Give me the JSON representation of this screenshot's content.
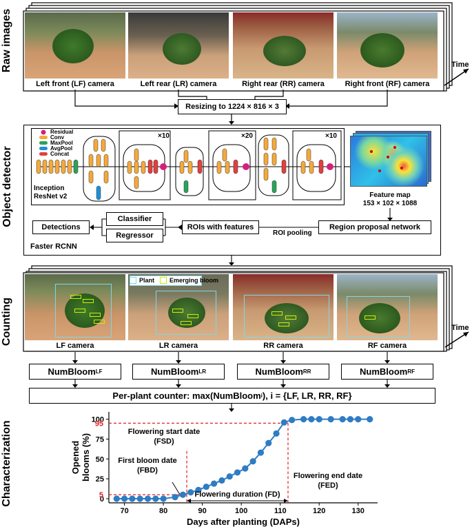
{
  "sections": {
    "raw_images": "Raw images",
    "object_detector": "Object detector",
    "counting": "Counting",
    "characterization": "Characterization"
  },
  "time_label": "Time",
  "raw": {
    "cameras": [
      "Left front (LF) camera",
      "Left rear (LR) camera",
      "Right rear (RR) camera",
      "Right front (RF) camera"
    ],
    "resize": "Resizing to 1224 × 816 × 3"
  },
  "detector": {
    "legend": [
      "Residual",
      "Conv",
      "MaxPool",
      "AvgPool",
      "Concat"
    ],
    "legend_colors": [
      "#d61f7c",
      "#f4a93b",
      "#2aa35a",
      "#1f8fd6",
      "#e1403c"
    ],
    "backbone": "Inception\nResNet v2",
    "repeats": [
      "×10",
      "×20",
      "×10"
    ],
    "feature_map": "Feature map",
    "feature_dims": "153 × 102 × 1088",
    "rpn": "Region proposal network",
    "roi_pool": "ROI pooling",
    "rois": "ROIs with features",
    "classifier": "Classifier",
    "regressor": "Regressor",
    "detections": "Detections",
    "framework": "Faster RCNN"
  },
  "counting": {
    "legend_plant": "Plant",
    "legend_bloom": "Emerging bloom",
    "plant_color": "#7fd7e8",
    "bloom_color": "#c8f000",
    "cameras": [
      "LF camera",
      "LR camera",
      "RR camera",
      "RF camera"
    ],
    "numbloom": "NumBloom",
    "subs": [
      "LF",
      "LR",
      "RR",
      "RF"
    ],
    "counter": "Per-plant counter: max(NumBloom",
    "counter_sub": "i",
    "counter_tail": "), i = {LF, LR, RR, RF}"
  },
  "chart_data": {
    "type": "line",
    "xlabel": "Days after planting (DAPs)",
    "ylabel": "Opened blooms (%)",
    "xticks": [
      70,
      80,
      90,
      100,
      110,
      120,
      130
    ],
    "yticks": [
      0,
      25,
      50,
      75,
      100
    ],
    "red_ticks": [
      5,
      95
    ],
    "xlim": [
      66,
      135
    ],
    "ylim": [
      0,
      104
    ],
    "series_color": "#2e7cc4",
    "x": [
      68,
      70,
      72,
      74,
      76,
      78,
      80,
      83,
      85,
      87,
      89,
      91,
      93,
      95,
      97,
      99,
      101,
      103,
      105,
      107,
      109,
      111,
      113,
      116,
      118,
      120,
      123,
      126,
      128,
      130,
      133
    ],
    "y": [
      0,
      0,
      0,
      0,
      0,
      0,
      0,
      2,
      5,
      8,
      11,
      15,
      19,
      23,
      28,
      33,
      38,
      47,
      58,
      70,
      82,
      96,
      99,
      100,
      100,
      100,
      100,
      100,
      100,
      100,
      100
    ],
    "annotations": {
      "fsd": [
        "Flowering start date",
        "(FSD)"
      ],
      "fbd": [
        "First bloom date",
        "(FBD)"
      ],
      "fd": "Flowering duration (FD)",
      "fed": [
        "Flowering end date",
        "(FED)"
      ]
    },
    "fsd_x": 86,
    "fed_x": 112
  }
}
